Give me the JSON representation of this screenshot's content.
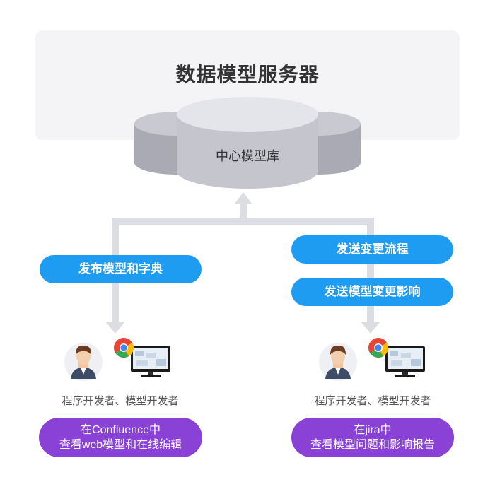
{
  "server": {
    "title": "数据模型服务器",
    "repository_label": "中心模型库"
  },
  "actions": {
    "publish": "发布模型和字典",
    "send_change_flow": "发送变更流程",
    "send_change_impact": "发送模型变更影响"
  },
  "left_user": {
    "role": "程序开发者、模型开发者",
    "desc_line1": "在Confluence中",
    "desc_line2": "查看web模型和在线编辑"
  },
  "right_user": {
    "role": "程序开发者、模型开发者",
    "desc_line1": "在jira中",
    "desc_line2": "查看模型问题和影响报告"
  },
  "colors": {
    "blue_pill": "#1e9cf2",
    "purple_pill": "#8a41d6",
    "connector": "#dcdde3",
    "database": "#c5c6cd"
  },
  "icons": [
    "database-icon",
    "user-avatar-icon",
    "chrome-icon",
    "monitor-icon",
    "arrow-up-icon",
    "arrow-down-icon"
  ]
}
